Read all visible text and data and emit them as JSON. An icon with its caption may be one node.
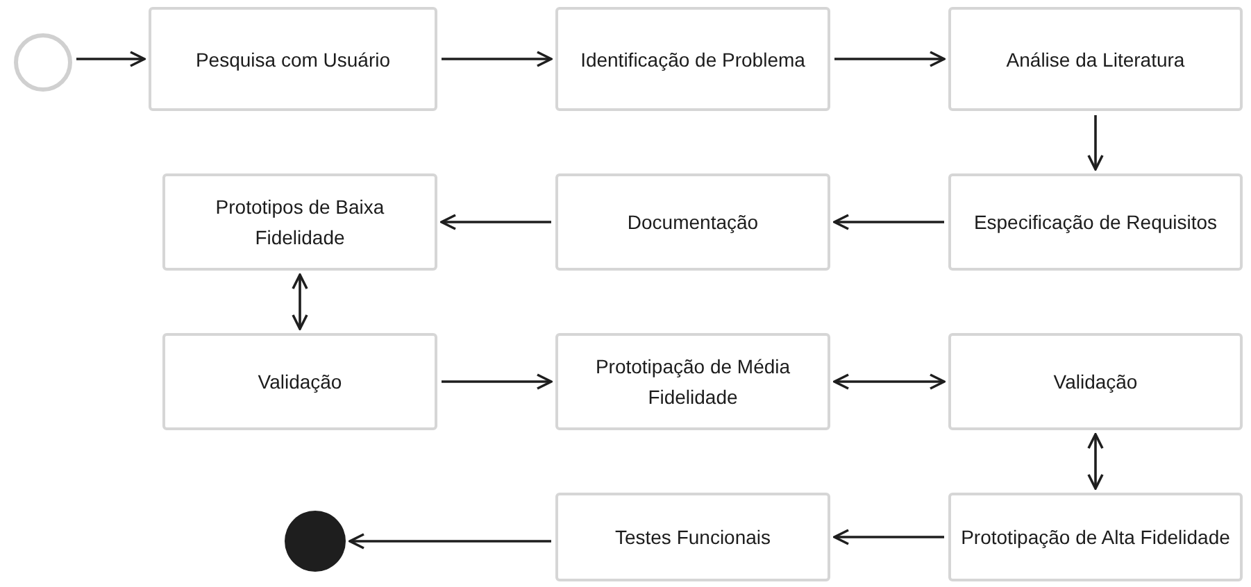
{
  "diagram": {
    "nodes": [
      {
        "text": [],
        "shape": "circle"
      },
      {
        "text": [
          "Pesquisa com Usuário"
        ]
      },
      {
        "text": [
          "Identificação de Problema"
        ]
      },
      {
        "text": [
          "Análise da Literatura"
        ]
      },
      {
        "text": [
          "Especificação de Requisitos"
        ]
      },
      {
        "text": [
          "Documentação"
        ]
      },
      {
        "text": [
          "Prototipos de Baixa Fidelidade"
        ]
      },
      {
        "text": [
          "Validação"
        ]
      },
      {
        "text": [
          "Prototipação de Média Fidelidade"
        ]
      },
      {
        "text": [
          "Validação"
        ]
      },
      {
        "text": [
          "Prototipação de Alta Fidelidade"
        ]
      },
      {
        "text": [
          "Testes Funcionais"
        ]
      },
      {
        "text": [],
        "shape": "dot"
      }
    ],
    "edges": [
      {
        "from": 0,
        "to": 1,
        "arrow": "to"
      },
      {
        "from": 1,
        "to": 2,
        "arrow": "to"
      },
      {
        "from": 2,
        "to": 3,
        "arrow": "to"
      },
      {
        "from": 3,
        "to": 4,
        "arrow": "to"
      },
      {
        "from": 4,
        "to": 5,
        "arrow": "to"
      },
      {
        "from": 5,
        "to": 6,
        "arrow": "to"
      },
      {
        "from": 6,
        "to": 7,
        "arrow": "both"
      },
      {
        "from": 7,
        "to": 8,
        "arrow": "to"
      },
      {
        "from": 8,
        "to": 9,
        "arrow": "both"
      },
      {
        "from": 9,
        "to": 10,
        "arrow": "both"
      },
      {
        "from": 10,
        "to": 11,
        "arrow": "to"
      },
      {
        "from": 11,
        "to": 12,
        "arrow": "to"
      }
    ]
  }
}
